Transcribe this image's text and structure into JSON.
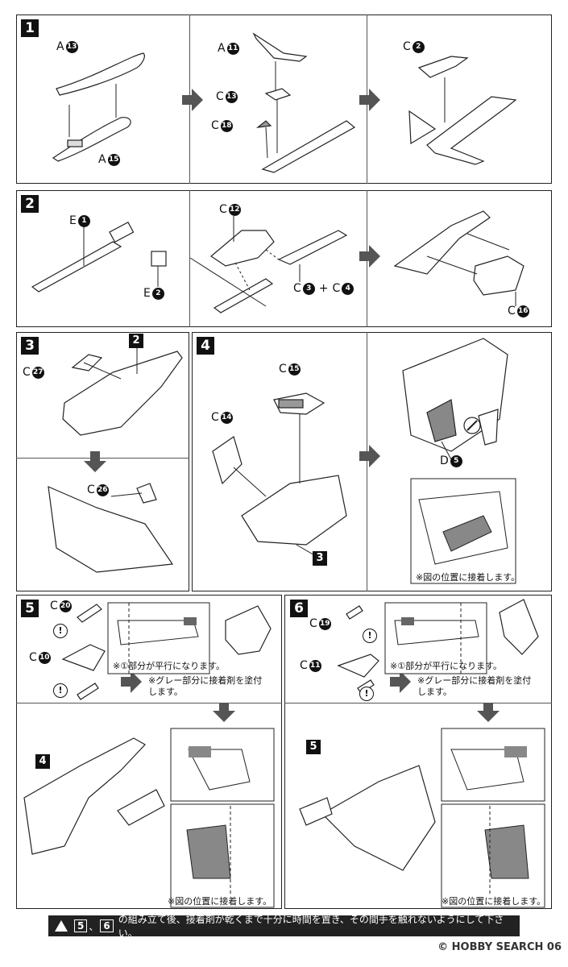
{
  "steps": {
    "s1": {
      "label": "1",
      "parts": [
        "A",
        "A",
        "A",
        "C",
        "C",
        "C"
      ],
      "nums": [
        "13",
        "15",
        "11",
        "13",
        "18",
        "2"
      ]
    },
    "s2": {
      "label": "2",
      "parts": [
        "E",
        "E",
        "C",
        "C",
        "C",
        "C"
      ],
      "nums": [
        "1",
        "2",
        "12",
        "3",
        "4",
        "16"
      ],
      "plus": "+"
    },
    "s3": {
      "label": "3",
      "ref": "2",
      "parts": [
        "C",
        "C"
      ],
      "nums": [
        "27",
        "26"
      ]
    },
    "s4": {
      "label": "4",
      "ref": "3",
      "parts": [
        "C",
        "C",
        "D"
      ],
      "nums": [
        "15",
        "14",
        "5"
      ],
      "note": "※図の位置に接着します。"
    },
    "s5": {
      "label": "5",
      "ref": "4",
      "parts": [
        "C",
        "C"
      ],
      "nums": [
        "20",
        "10"
      ],
      "parallel": "※①部分が平行になります。",
      "glue": "※グレー部分に接着剤を塗付\nします。",
      "note": "※図の位置に接着します。"
    },
    "s6": {
      "label": "6",
      "ref": "5",
      "parts": [
        "C",
        "C"
      ],
      "nums": [
        "19",
        "11"
      ],
      "parallel": "※①部分が平行になります。",
      "glue": "※グレー部分に接着剤を塗付\nします。",
      "note": "※図の位置に接着します。"
    }
  },
  "excl": "!",
  "warning": {
    "k5": "5",
    "k6": "6",
    "sep": "、",
    "text": "の組み立て後、接着剤が乾くまで十分に時間を置き、その間手を触れないようにして下さい。"
  },
  "footer": "© HOBBY SEARCH",
  "page": "06"
}
